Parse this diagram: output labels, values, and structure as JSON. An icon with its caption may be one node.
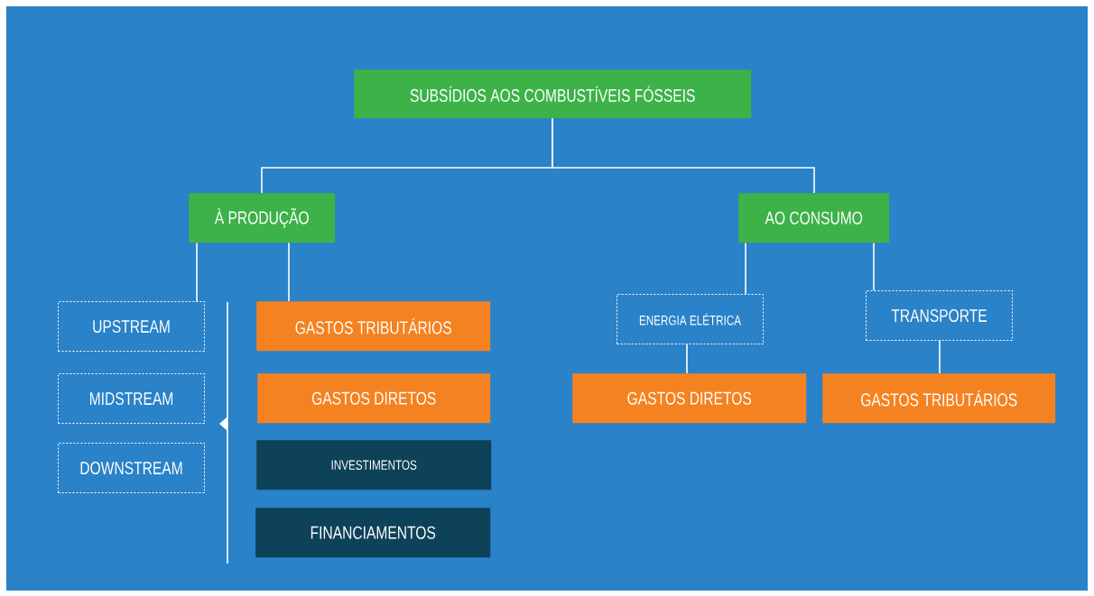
{
  "diagram": {
    "nodes": [
      {
        "text": [
          "SUBSÍDIOS AOS COMBUSTÍVEIS FÓSSEIS"
        ]
      },
      {
        "text": [
          "À PRODUÇÃO"
        ]
      },
      {
        "text": [
          "AO CONSUMO"
        ]
      },
      {
        "text": [
          "UPSTREAM"
        ]
      },
      {
        "text": [
          "MIDSTREAM"
        ]
      },
      {
        "text": [
          "DOWNSTREAM"
        ]
      },
      {
        "text": [
          "GASTOS TRIBUTÁRIOS"
        ]
      },
      {
        "text": [
          "GASTOS DIRETOS"
        ]
      },
      {
        "text": [
          "INVESTIMENTOS"
        ]
      },
      {
        "text": [
          "FINANCIAMENTOS"
        ]
      },
      {
        "text": [
          "ENERGIA ELÉTRICA"
        ]
      },
      {
        "text": [
          "TRANSPORTE"
        ]
      },
      {
        "text": [
          "GASTOS DIRETOS"
        ]
      },
      {
        "text": [
          "GASTOS TRIBUTÁRIOS"
        ]
      }
    ],
    "edges": [
      {
        "from": 0,
        "to": 1,
        "arrow": "none"
      },
      {
        "from": 0,
        "to": 2,
        "arrow": "none"
      },
      {
        "from": 1,
        "to": 3,
        "arrow": "none"
      },
      {
        "from": 1,
        "to": 6,
        "arrow": "none"
      },
      {
        "from": 2,
        "to": 10,
        "arrow": "none"
      },
      {
        "from": 2,
        "to": 11,
        "arrow": "none"
      },
      {
        "from": 10,
        "to": 12,
        "arrow": "none"
      },
      {
        "from": 11,
        "to": 13,
        "arrow": "none"
      }
    ]
  }
}
